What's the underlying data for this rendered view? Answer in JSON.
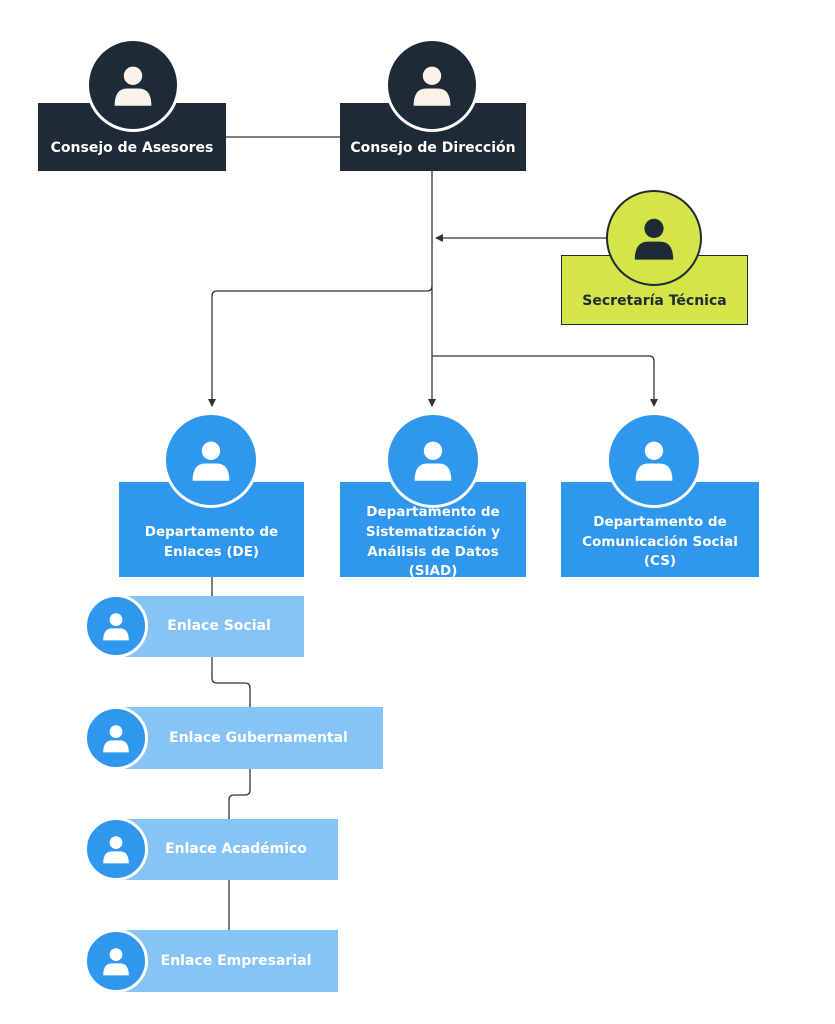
{
  "nodes": {
    "consejo_asesores": {
      "label": "Consejo de Asesores"
    },
    "consejo_direccion": {
      "label": "Consejo de Dirección"
    },
    "secretaria_tecnica": {
      "label": "Secretaría Técnica"
    },
    "dept_enlaces": {
      "label": "Departamento de Enlaces (DE)"
    },
    "dept_siad": {
      "label": "Departamento de Sistematización y Análisis de Datos (SIAD)"
    },
    "dept_cs": {
      "label": "Departamento de Comunicación Social (CS)"
    },
    "enlace_social": {
      "label": "Enlace Social"
    },
    "enlace_gubernamental": {
      "label": "Enlace Gubernamental"
    },
    "enlace_academico": {
      "label": "Enlace Académico"
    },
    "enlace_empresarial": {
      "label": "Enlace Empresarial"
    }
  },
  "icons": {
    "person": "person-icon"
  },
  "colors": {
    "dark": "#1f2a37",
    "green": "#d4e54a",
    "blue": "#2f97ee",
    "light_blue": "#86c4f7",
    "connector": "#333333"
  }
}
